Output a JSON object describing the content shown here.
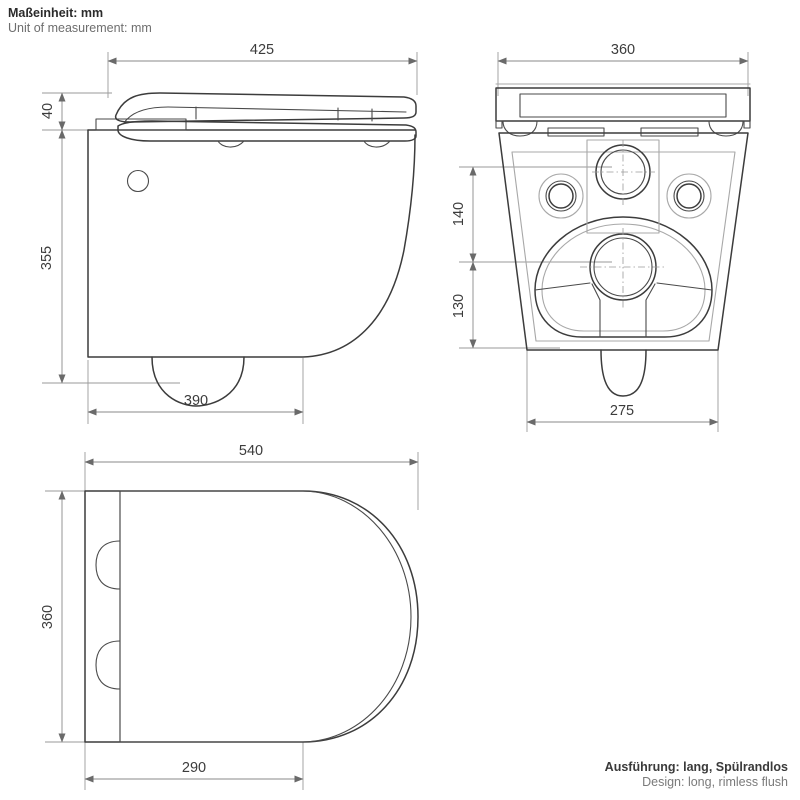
{
  "header": {
    "line_de": "Maßeinheit: mm",
    "line_en": "Unit of measurement: mm"
  },
  "footer": {
    "line_de": "Ausführung: lang, Spülrandlos",
    "line_en": "Design: long, rimless flush"
  },
  "views": {
    "side": {
      "name": "side-elevation",
      "dimensions": {
        "length": "425",
        "seat_height": "40",
        "bowl_height": "355",
        "projection_lower": "390"
      }
    },
    "front": {
      "name": "front-elevation",
      "dimensions": {
        "width": "360",
        "upper_height": "140",
        "lower_height": "130",
        "bottom_width": "275"
      }
    },
    "plan": {
      "name": "plan-view",
      "dimensions": {
        "length": "540",
        "width": "360",
        "fixing_depth": "290"
      }
    }
  },
  "colors": {
    "object_line": "#3c3c3c",
    "faint_line": "#a8a8a8",
    "dimension_line": "#8a8a8a",
    "text_primary": "#2b2b2b",
    "text_secondary": "#6e6e6e",
    "background": "#ffffff"
  }
}
